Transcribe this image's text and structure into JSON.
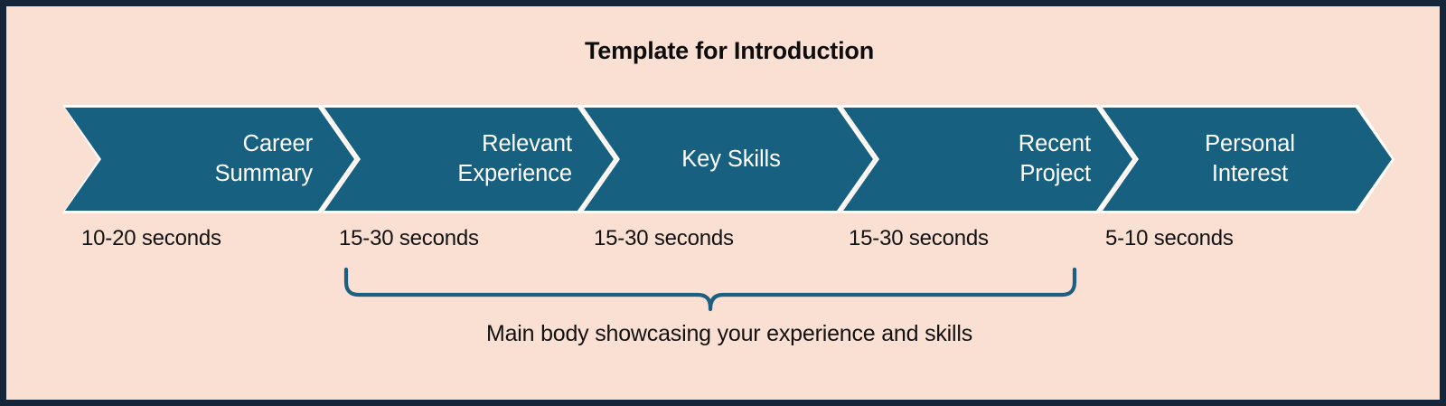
{
  "colors": {
    "background": "#fadfd3",
    "border": "#16263a",
    "chevron_fill": "#186080",
    "chevron_outline": "#ffffff",
    "chevron_text": "#ffffff",
    "body_text": "#121212",
    "brace_stroke": "#1b6080"
  },
  "title": "Template for Introduction",
  "steps": [
    {
      "label": "Career\nSummary",
      "duration": "10-20 seconds",
      "align": "right"
    },
    {
      "label": "Relevant\nExperience",
      "duration": "15-30 seconds",
      "align": "right"
    },
    {
      "label": "Key Skills",
      "duration": "15-30 seconds",
      "align": "center"
    },
    {
      "label": "Recent\nProject",
      "duration": "15-30 seconds",
      "align": "right"
    },
    {
      "label": "Personal\nInterest",
      "duration": "5-10 seconds",
      "align": "center"
    }
  ],
  "brace": {
    "caption": "Main body showcasing your experience and skills",
    "spans_steps": [
      "Relevant Experience",
      "Key Skills",
      "Recent Project"
    ]
  }
}
